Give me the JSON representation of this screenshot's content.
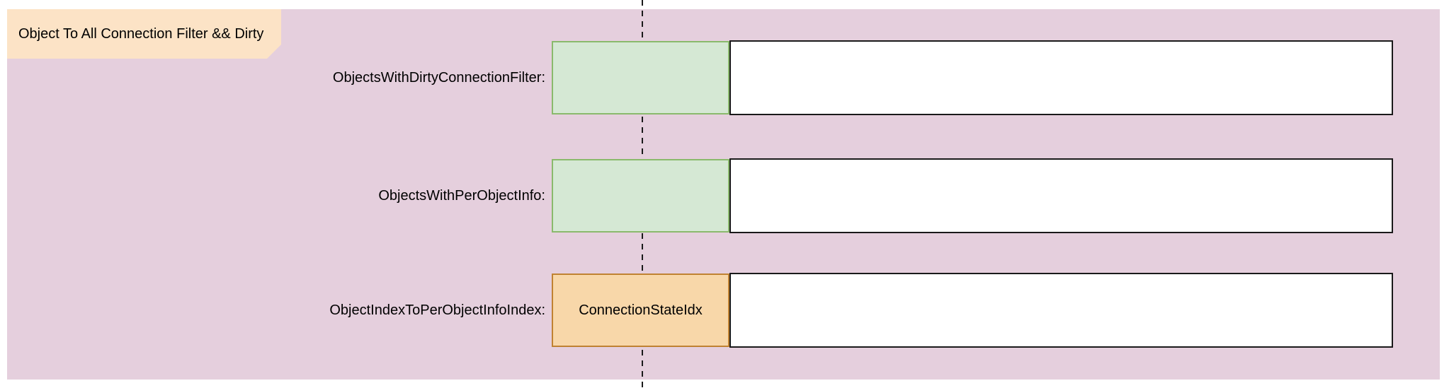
{
  "group": {
    "title": "Object To All Connection Filter && Dirty"
  },
  "rows": [
    {
      "label": "ObjectsWithDirtyConnectionFilter:",
      "box_text": "",
      "box_style": "green"
    },
    {
      "label": "ObjectsWithPerObjectInfo:",
      "box_text": "",
      "box_style": "green"
    },
    {
      "label": "ObjectIndexToPerObjectInfoIndex:",
      "box_text": "ConnectionStateIdx",
      "box_style": "orange"
    }
  ],
  "colors": {
    "panel_bg": "#e5cfdd",
    "title_bg": "#fce3c6",
    "green_fill": "#d5e8d4",
    "green_border": "#8aba6c",
    "orange_fill": "#f8d7a9",
    "orange_border": "#c08232",
    "box_border": "#1a1a1a",
    "dash_line": "#1a1a1a",
    "text": "#000000"
  }
}
